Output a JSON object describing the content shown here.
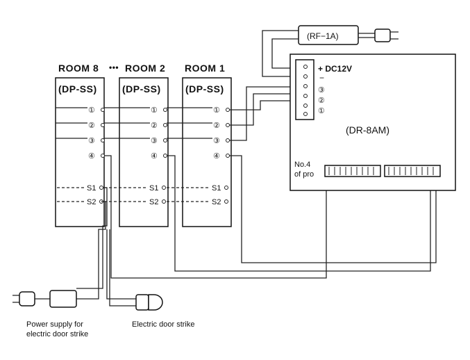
{
  "rooms": [
    {
      "title": "ROOM 8",
      "unit": "(DP-SS)"
    },
    {
      "title": "ROOM 2",
      "unit": "(DP-SS)"
    },
    {
      "title": "ROOM 1",
      "unit": "(DP-SS)"
    }
  ],
  "ellipsis": "•••",
  "terminals": [
    "①",
    "②",
    "③",
    "④"
  ],
  "switch_terminals": [
    "S1",
    "S2"
  ],
  "power_adapter": "(RF−1A)",
  "main_unit": {
    "label": "(DR-8AM)",
    "supply": "+ DC12V",
    "minus": "−",
    "inputs": [
      "③",
      "②",
      "①"
    ],
    "connector_label_1": "No.4",
    "connector_label_2": "of pro"
  },
  "captions": {
    "power_supply_1": "Power supply for",
    "power_supply_2": "electric door strike",
    "door_strike": "Electric door strike"
  }
}
